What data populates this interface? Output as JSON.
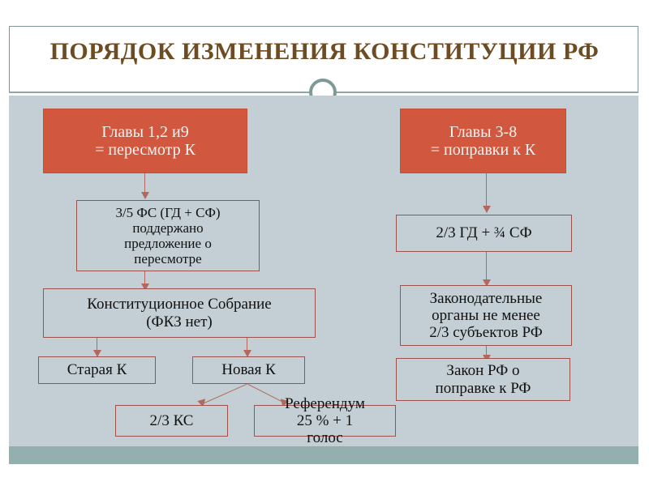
{
  "slide": {
    "title": "ПОРЯДОК ИЗМЕНЕНИЯ КОНСТИТУЦИИ РФ",
    "colors": {
      "title_text": "#6d4b23",
      "body_background": "#c3cfd4",
      "accent_box": "#d1573f",
      "box_border": "#9b524a",
      "connector": "#b4685c",
      "footer_bar": "#93b0ae",
      "divider": "#8ea6a4"
    }
  },
  "nodes": {
    "left_head": "Главы 1,2 и9\n= пересмотр К",
    "left_step1": "3/5 ФС (ГД + СФ)\nподдержано\nпредложение о\nпересмотре",
    "left_step2": "Конституционное Собрание\n(ФКЗ нет)",
    "left_old_k": "Старая К",
    "left_new_k": "Новая К",
    "left_ks": "2/3 КС",
    "left_referendum": "Референдум\n25 % + 1\nголос",
    "right_head": "Главы 3-8\n= поправки к К",
    "right_step1": "2/3 ГД + ¾ СФ",
    "right_step2": "Законодательные\nорганы не менее\n2/3 субъектов РФ",
    "right_step3": "Закон РФ о\nпоправке к  РФ"
  }
}
